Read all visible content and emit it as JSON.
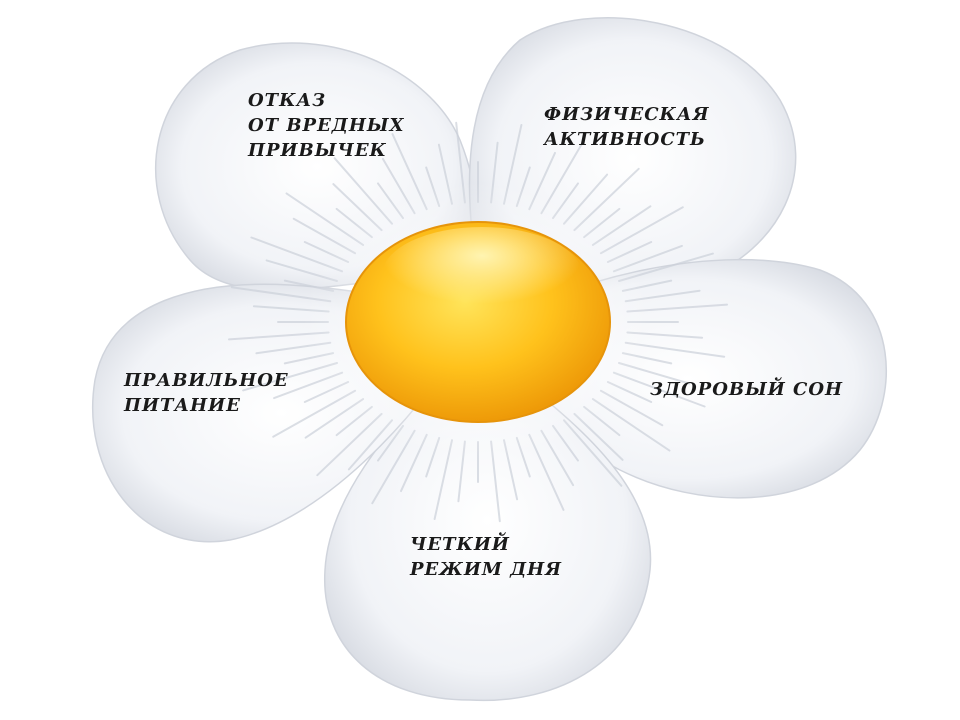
{
  "labels": {
    "habits": [
      "ОТКАЗ",
      "ОТ ВРЕДНЫХ",
      "ПРИВЫЧЕК"
    ],
    "activity": [
      "ФИЗИЧЕСКАЯ",
      "АКТИВНОСТЬ"
    ],
    "nutrition": [
      "ПРАВИЛЬНОЕ",
      "ПИТАНИЕ"
    ],
    "sleep": [
      "ЗДОРОВЫЙ СОН"
    ],
    "regime": [
      "ЧЕТКИЙ",
      "РЕЖИМ ДНЯ"
    ]
  },
  "colors": {
    "petal": "#f4f6fa",
    "petal_shadow": "#c9ced8",
    "center_outer": "#f0a20a",
    "center_inner": "#ffd23a",
    "center_highlight": "#fff3a8"
  }
}
